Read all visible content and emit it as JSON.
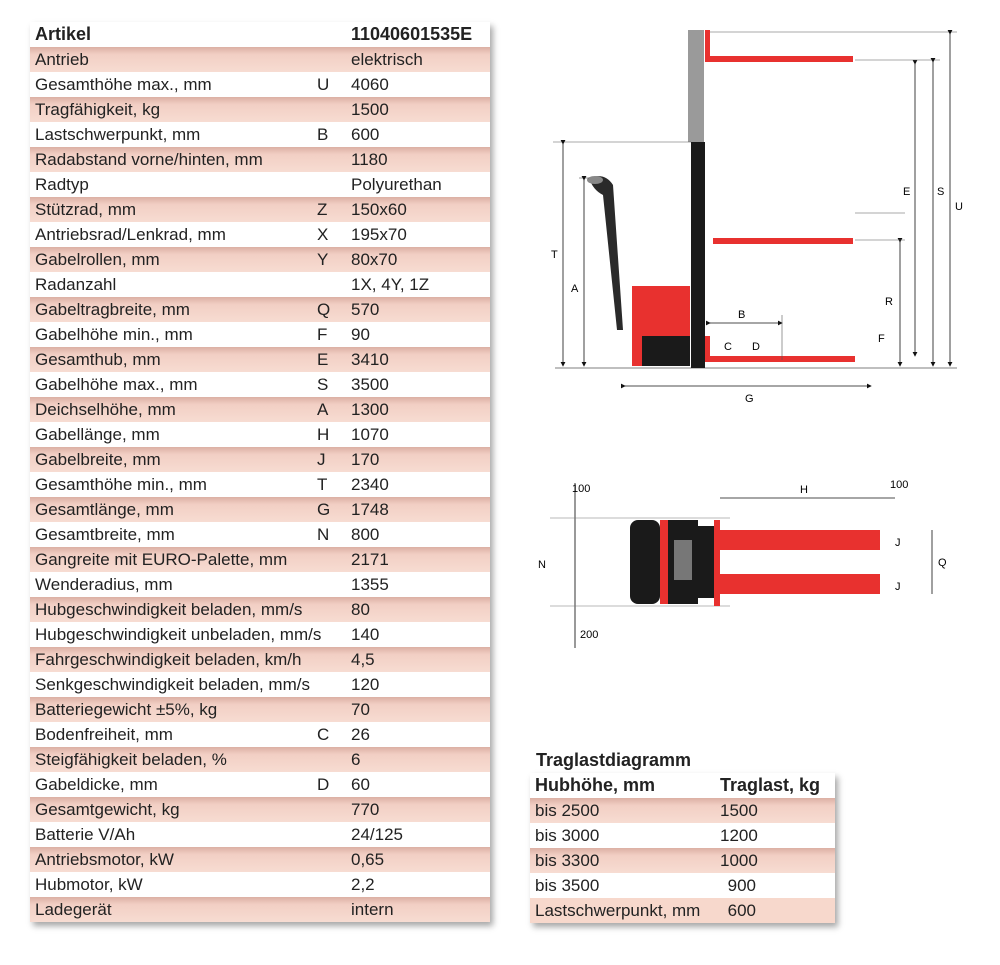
{
  "spec_table": {
    "header": {
      "label": "Artikel",
      "symbol": "",
      "value": "11040601535E"
    },
    "rows": [
      {
        "label": "Antrieb",
        "symbol": "",
        "value": "elektrisch"
      },
      {
        "label": "Gesamthöhe max., mm",
        "symbol": "U",
        "value": "4060"
      },
      {
        "label": "Tragfähigkeit, kg",
        "symbol": "",
        "value": "1500"
      },
      {
        "label": "Lastschwerpunkt, mm",
        "symbol": "B",
        "value": "600"
      },
      {
        "label": "Radabstand vorne/hinten, mm",
        "symbol": "",
        "value": "1180"
      },
      {
        "label": "Radtyp",
        "symbol": "",
        "value": "Polyurethan"
      },
      {
        "label": "Stützrad, mm",
        "symbol": "Z",
        "value": "150x60"
      },
      {
        "label": "Antriebsrad/Lenkrad, mm",
        "symbol": "X",
        "value": "195x70"
      },
      {
        "label": "Gabelrollen, mm",
        "symbol": "Y",
        "value": "80x70"
      },
      {
        "label": "Radanzahl",
        "symbol": "",
        "value": "1X, 4Y, 1Z"
      },
      {
        "label": "Gabeltragbreite, mm",
        "symbol": "Q",
        "value": "570"
      },
      {
        "label": "Gabelhöhe min., mm",
        "symbol": "F",
        "value": "90"
      },
      {
        "label": "Gesamthub, mm",
        "symbol": "E",
        "value": "3410"
      },
      {
        "label": "Gabelhöhe max., mm",
        "symbol": "S",
        "value": "3500"
      },
      {
        "label": "Deichselhöhe, mm",
        "symbol": "A",
        "value": "1300"
      },
      {
        "label": "Gabellänge, mm",
        "symbol": "H",
        "value": "1070"
      },
      {
        "label": "Gabelbreite, mm",
        "symbol": "J",
        "value": "170"
      },
      {
        "label": "Gesamthöhe min., mm",
        "symbol": "T",
        "value": "2340"
      },
      {
        "label": "Gesamtlänge, mm",
        "symbol": "G",
        "value": "1748"
      },
      {
        "label": "Gesamtbreite, mm",
        "symbol": "N",
        "value": "800"
      },
      {
        "label": "Gangreite mit EURO-Palette, mm",
        "symbol": "",
        "value": "2171"
      },
      {
        "label": "Wenderadius, mm",
        "symbol": "",
        "value": "1355"
      },
      {
        "label": "Hubgeschwindigkeit beladen, mm/s",
        "symbol": "",
        "value": "80"
      },
      {
        "label": "Hubgeschwindigkeit unbeladen, mm/s",
        "symbol": "",
        "value": "140"
      },
      {
        "label": "Fahrgeschwindigkeit beladen, km/h",
        "symbol": "",
        "value": "4,5"
      },
      {
        "label": "Senkgeschwindigkeit beladen, mm/s",
        "symbol": "",
        "value": "120"
      },
      {
        "label": "Batteriegewicht ±5%, kg",
        "symbol": "",
        "value": "70"
      },
      {
        "label": "Bodenfreiheit, mm",
        "symbol": "C",
        "value": "26"
      },
      {
        "label": "Steigfähigkeit beladen, %",
        "symbol": "",
        "value": "6"
      },
      {
        "label": "Gabeldicke, mm",
        "symbol": "D",
        "value": "60"
      },
      {
        "label": "Gesamtgewicht, kg",
        "symbol": "",
        "value": "770"
      },
      {
        "label": "Batterie V/Ah",
        "symbol": "",
        "value": "24/125"
      },
      {
        "label": "Antriebsmotor, kW",
        "symbol": "",
        "value": "0,65"
      },
      {
        "label": "Hubmotor, kW",
        "symbol": "",
        "value": "2,2"
      },
      {
        "label": "Ladegerät",
        "symbol": "",
        "value": "intern"
      }
    ]
  },
  "side_view_labels": {
    "T": "T",
    "A": "A",
    "B": "B",
    "C": "C",
    "D": "D",
    "E": "E",
    "S": "S",
    "U": "U",
    "R": "R",
    "F": "F",
    "G": "G"
  },
  "top_view_labels": {
    "left_100": "100",
    "right_100": "100",
    "H": "H",
    "N": "N",
    "Q": "Q",
    "J1": "J",
    "J2": "J",
    "d200": "200"
  },
  "load_table": {
    "title": "Traglastdiagramm",
    "header": {
      "label": "Hubhöhe, mm",
      "value": "Traglast, kg"
    },
    "rows": [
      {
        "label": "bis 2500",
        "value": "1500"
      },
      {
        "label": "bis 3000",
        "value": "1200"
      },
      {
        "label": "bis 3300",
        "value": "1000"
      },
      {
        "label": "bis 3500",
        "value": "900"
      },
      {
        "label": "Lastschwerpunkt, mm",
        "value": "600"
      }
    ]
  },
  "colors": {
    "shade": "#f2cfc4",
    "red": "#e8312f",
    "dark": "#1a1a1a"
  }
}
